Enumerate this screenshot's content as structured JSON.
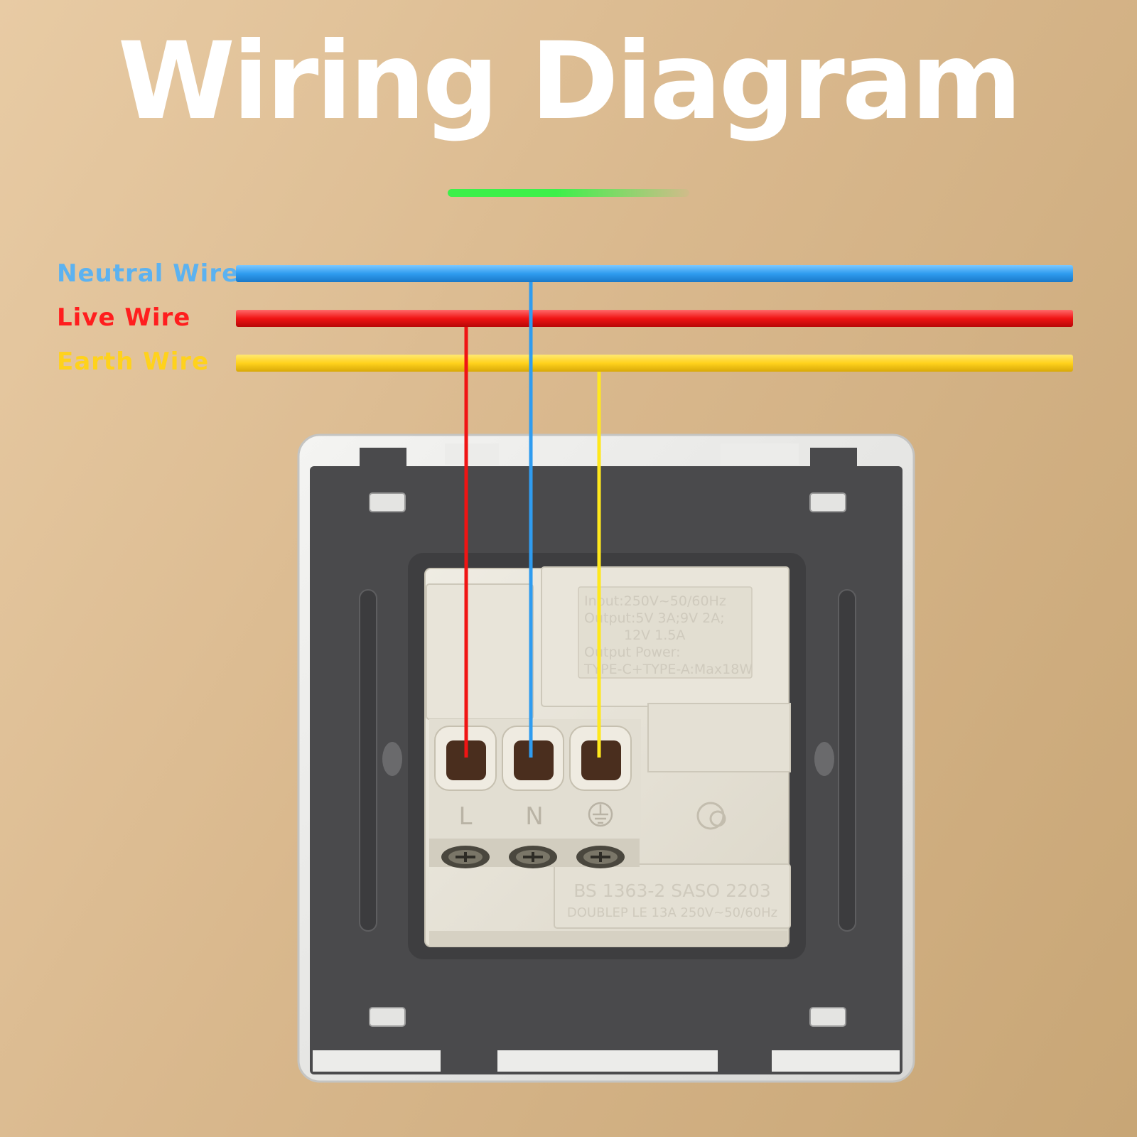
{
  "title": "Wiring Diagram",
  "wires": {
    "neutral": {
      "label": "Neutral Wire",
      "color": "#2f9cf0"
    },
    "live": {
      "label": "Live Wire",
      "color": "#f01414"
    },
    "earth": {
      "label": "Earth Wire",
      "color": "#ffd21c"
    }
  },
  "terminals": {
    "live": "L",
    "neutral": "N",
    "earth_symbol": "earth-ground-icon"
  },
  "usb_module": {
    "line1": "Input:250V~50/60Hz",
    "line2": "Output:5V  3A;9V  2A;",
    "line3": "12V  1.5A",
    "line4": "Output Power:",
    "line5": "TYPE-C+TYPE-A:Max18W"
  },
  "standards": {
    "line1": "BS 1363-2 SASO 2203",
    "line2": "DOUBLEP  LE 13A 250V~50/60Hz"
  },
  "colors": {
    "title": "#ffffff",
    "accent": "#3cf04a",
    "plate": "#4a4a4c",
    "module": "#e6e2d6"
  }
}
